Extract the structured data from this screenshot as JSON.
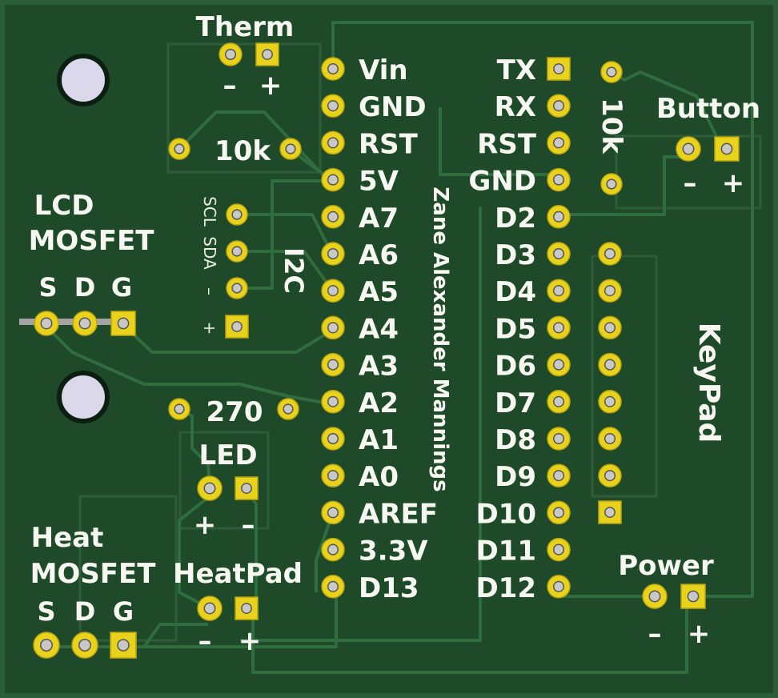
{
  "colors": {
    "board": "#1f4a2a",
    "board_edge": "#0c2612",
    "trace": "#2a6a3b",
    "copper_pad": "#e9d21c",
    "silk": "#f7f7f2",
    "drill": "#c8c8c8"
  },
  "labels": {
    "therm": "Therm",
    "therm_minus": "–",
    "therm_plus": "+",
    "r1": "10k",
    "r2": "10k",
    "button": "Button",
    "button_minus": "–",
    "button_plus": "+",
    "lcd_line1": "LCD",
    "lcd_line2": "MOSFET",
    "lcd_s": "S",
    "lcd_d": "D",
    "lcd_g": "G",
    "scl": "SCL",
    "sda": "SDA",
    "i2c_minus": "–",
    "i2c_plus": "+",
    "i2c": "I2C",
    "r3": "270",
    "led": "LED",
    "led_plus": "+",
    "led_minus": "–",
    "heat_line1": "Heat",
    "heat_line2": "MOSFET",
    "heat_s": "S",
    "heat_d": "D",
    "heat_g": "G",
    "heatpad": "HeatPad",
    "heatpad_minus": "–",
    "heatpad_plus": "+",
    "author": "Zane Alexander Mannings",
    "keypad": "KeyPad",
    "power": "Power",
    "power_minus": "–",
    "power_plus": "+"
  },
  "left_header": [
    "Vin",
    "GND",
    "RST",
    "5V",
    "A7",
    "A6",
    "A5",
    "A4",
    "A3",
    "A2",
    "A1",
    "A0",
    "AREF",
    "3.3V",
    "D13"
  ],
  "right_header": [
    "TX",
    "RX",
    "RST",
    "GND",
    "D2",
    "D3",
    "D4",
    "D5",
    "D6",
    "D7",
    "D8",
    "D9",
    "D10",
    "D11",
    "D12"
  ]
}
